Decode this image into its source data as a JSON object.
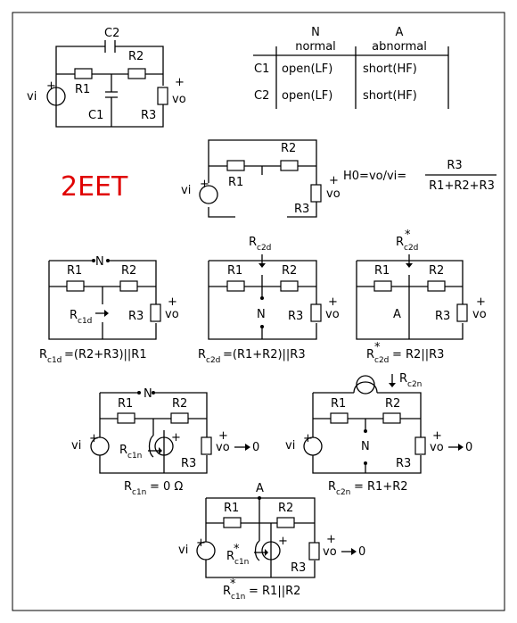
{
  "table": {
    "col_n_letter": "N",
    "col_n_word": "normal",
    "col_a_letter": "A",
    "col_a_word": "abnormal",
    "rows": [
      {
        "name": "C1",
        "n": "open(LF)",
        "a": "short(HF)"
      },
      {
        "name": "C2",
        "n": "open(LF)",
        "a": "short(HF)"
      }
    ]
  },
  "title": "2EET",
  "gain": {
    "lhs": "H0=vo/vi=",
    "num": "R3",
    "den": "R1+R2+R3"
  },
  "labels": {
    "vi": "vi",
    "vo": "vo",
    "plus": "+",
    "r1": "R1",
    "r2": "R2",
    "r3": "R3",
    "c1": "C1",
    "c2": "C2",
    "n": "N",
    "a": "A",
    "r": "R",
    "star": "*",
    "arrow0": "0",
    "sub_c1d": "c1d",
    "sub_c2d": "c2d",
    "sub_c1n": "c1n",
    "sub_c2n": "c2n"
  },
  "results": {
    "c1d": "=(R2+R3)||R1",
    "c2d": "=(R1+R2)||R3",
    "c2d_star": "= R2||R3",
    "c1n": "= 0 Ω",
    "c2n": "= R1+R2",
    "c1n_star": "= R1||R2"
  }
}
